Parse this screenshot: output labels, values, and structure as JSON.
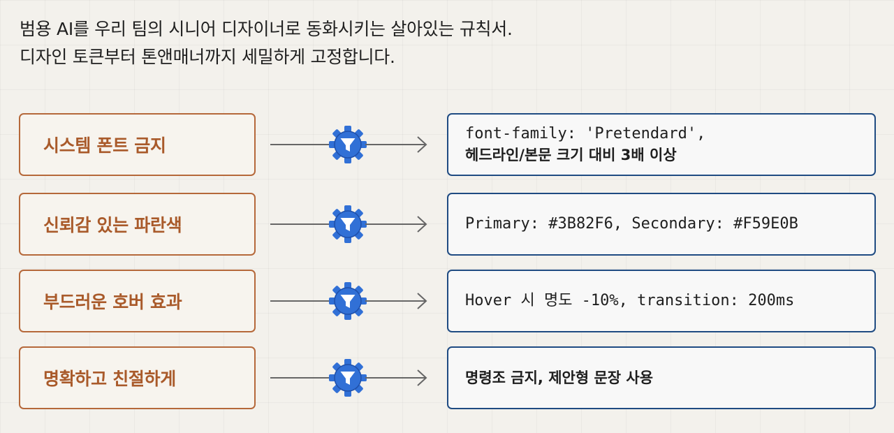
{
  "intro": {
    "line1": "범용 AI를 우리 팀의 시니어 디자이너로 동화시키는 살아있는 규칙서.",
    "line2": "디자인 토큰부터 톤앤매너까지 세밀하게 고정합니다."
  },
  "colors": {
    "rule_border": "#b5683a",
    "rule_text": "#a95a2a",
    "token_border": "#1f4b82",
    "gear": "#3170d6",
    "arrow": "#666666"
  },
  "icons": {
    "connector": "gear-filter-icon",
    "arrow": "arrow-right-icon"
  },
  "rows": [
    {
      "rule": "시스템 폰트 금지",
      "lines": [
        {
          "text": "font-family: 'Pretendard',",
          "style": "mono"
        },
        {
          "text": "헤드라인/본문 크기 대비 3배 이상",
          "style": "bold"
        }
      ]
    },
    {
      "rule": "신뢰감 있는 파란색",
      "lines": [
        {
          "text": "Primary: #3B82F6, Secondary: #F59E0B",
          "style": "mono"
        }
      ]
    },
    {
      "rule": "부드러운 호버 효과",
      "lines": [
        {
          "text": "Hover 시 명도 -10%, transition: 200ms",
          "style": "mono"
        }
      ]
    },
    {
      "rule": "명확하고 친절하게",
      "lines": [
        {
          "text": "명령조 금지, 제안형 문장 사용",
          "style": "bold"
        }
      ]
    }
  ]
}
